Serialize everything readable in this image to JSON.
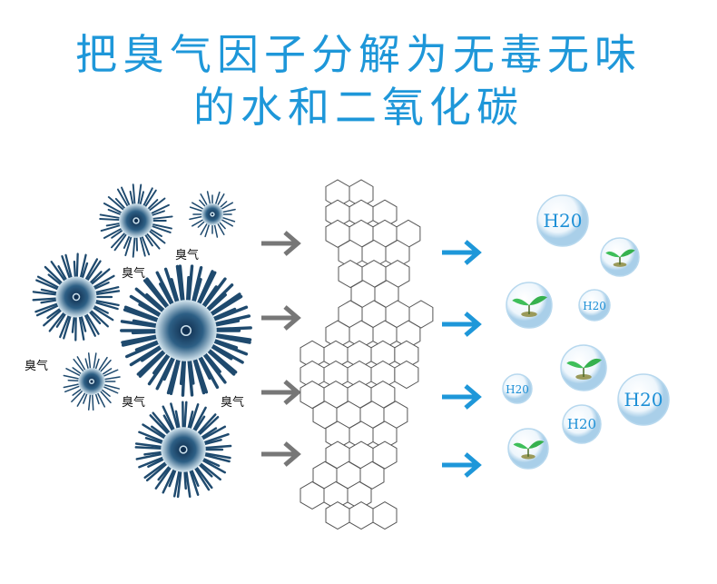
{
  "title": {
    "line1": "把臭气因子分解为无毒无味",
    "line2": "的水和二氧化碳"
  },
  "odor_label": "臭气",
  "water_label": "H20",
  "colors": {
    "title": "#1e97d9",
    "virus": "#1f4a6e",
    "gray_arrow": "#777777",
    "blue_arrow": "#1e97d9",
    "hex_stroke": "#555555"
  }
}
